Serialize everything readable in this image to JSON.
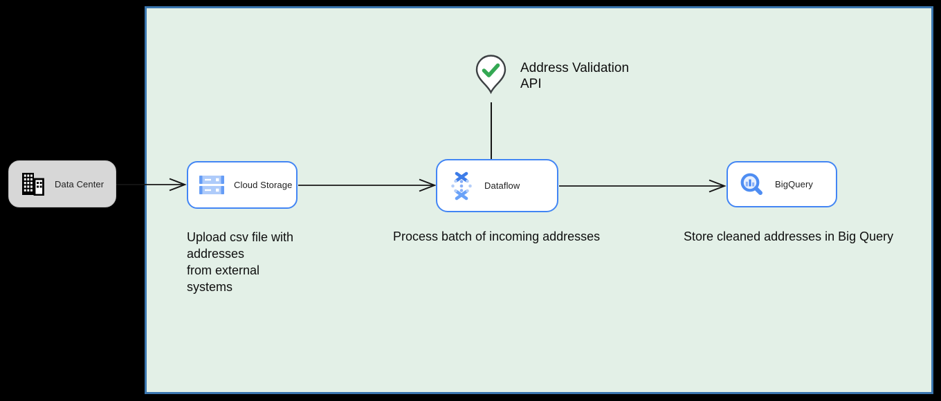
{
  "diagram": {
    "nodes": {
      "data_center": {
        "label": "Data Center",
        "icon": "building-icon"
      },
      "cloud_storage": {
        "label": "Cloud Storage",
        "icon": "cloud-storage-icon",
        "caption": "Upload csv file with\naddresses\nfrom external\nsystems"
      },
      "dataflow": {
        "label": "Dataflow",
        "icon": "dataflow-icon",
        "caption": "Process batch of incoming addresses"
      },
      "bigquery": {
        "label": "BigQuery",
        "icon": "bigquery-icon",
        "caption": "Store cleaned addresses in Big Query"
      },
      "address_validation_api": {
        "label": "Address Validation\nAPI",
        "icon": "map-pin-check-icon"
      }
    },
    "connectors": [
      {
        "from": "data_center",
        "to": "cloud_storage",
        "style": "open-arrow"
      },
      {
        "from": "cloud_storage",
        "to": "dataflow",
        "style": "open-arrow"
      },
      {
        "from": "dataflow",
        "to": "bigquery",
        "style": "open-arrow"
      },
      {
        "from": "address_validation_api",
        "to": "dataflow",
        "style": "plain-line"
      }
    ],
    "colors": {
      "page_background": "#000000",
      "boundary_fill": "#e3f0e7",
      "boundary_border": "#3b77b0",
      "node_fill": "#ffffff",
      "node_border": "#4285f4",
      "external_node_fill": "#d7d7d7",
      "connector": "#161616",
      "text": "#0e0e0e",
      "google_blue": "#4285f4",
      "google_blue_light": "#aecbfa",
      "check_green": "#34a853",
      "pin_outline": "#3c4043"
    }
  }
}
